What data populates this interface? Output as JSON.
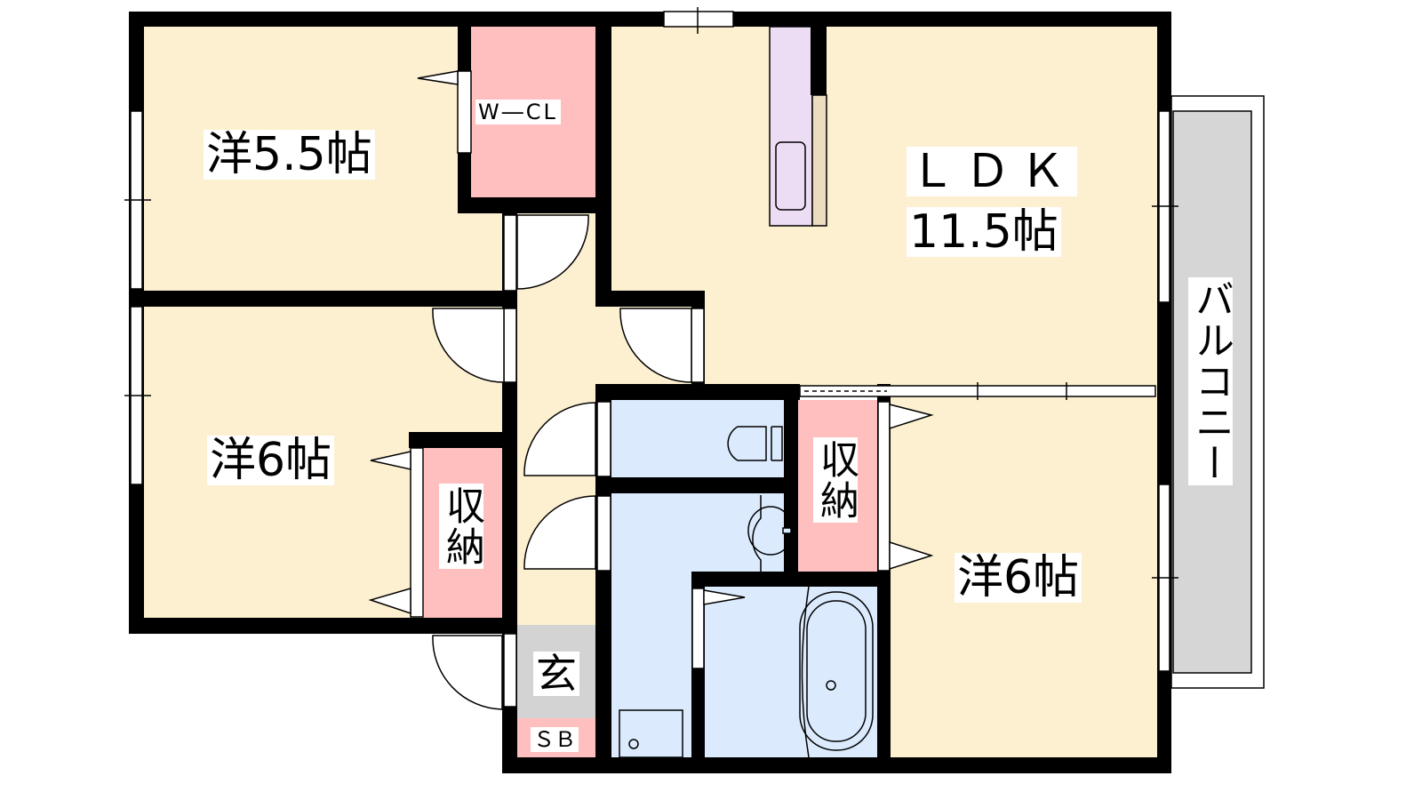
{
  "floorplan": {
    "rooms": {
      "bedroom_1": "洋5.5帖",
      "walk_in_closet": "W―CL",
      "ldk_name": "ＬＤＫ",
      "ldk_size": "11.5帖",
      "bedroom_2": "洋6帖",
      "storage_left": "収納",
      "storage_right": "収納",
      "bedroom_3": "洋6帖",
      "entrance": "玄",
      "shoe_box": "ＳＢ",
      "balcony": "バルコニー"
    },
    "colors": {
      "room": "#fdf0d0",
      "storage": "#ffbfbf",
      "wet_area": "#dbeafd",
      "kitchen": "#ecdcf4",
      "entrance": "#d3d3d3",
      "balcony": "#d6d6d6",
      "wall": "#000000"
    }
  }
}
